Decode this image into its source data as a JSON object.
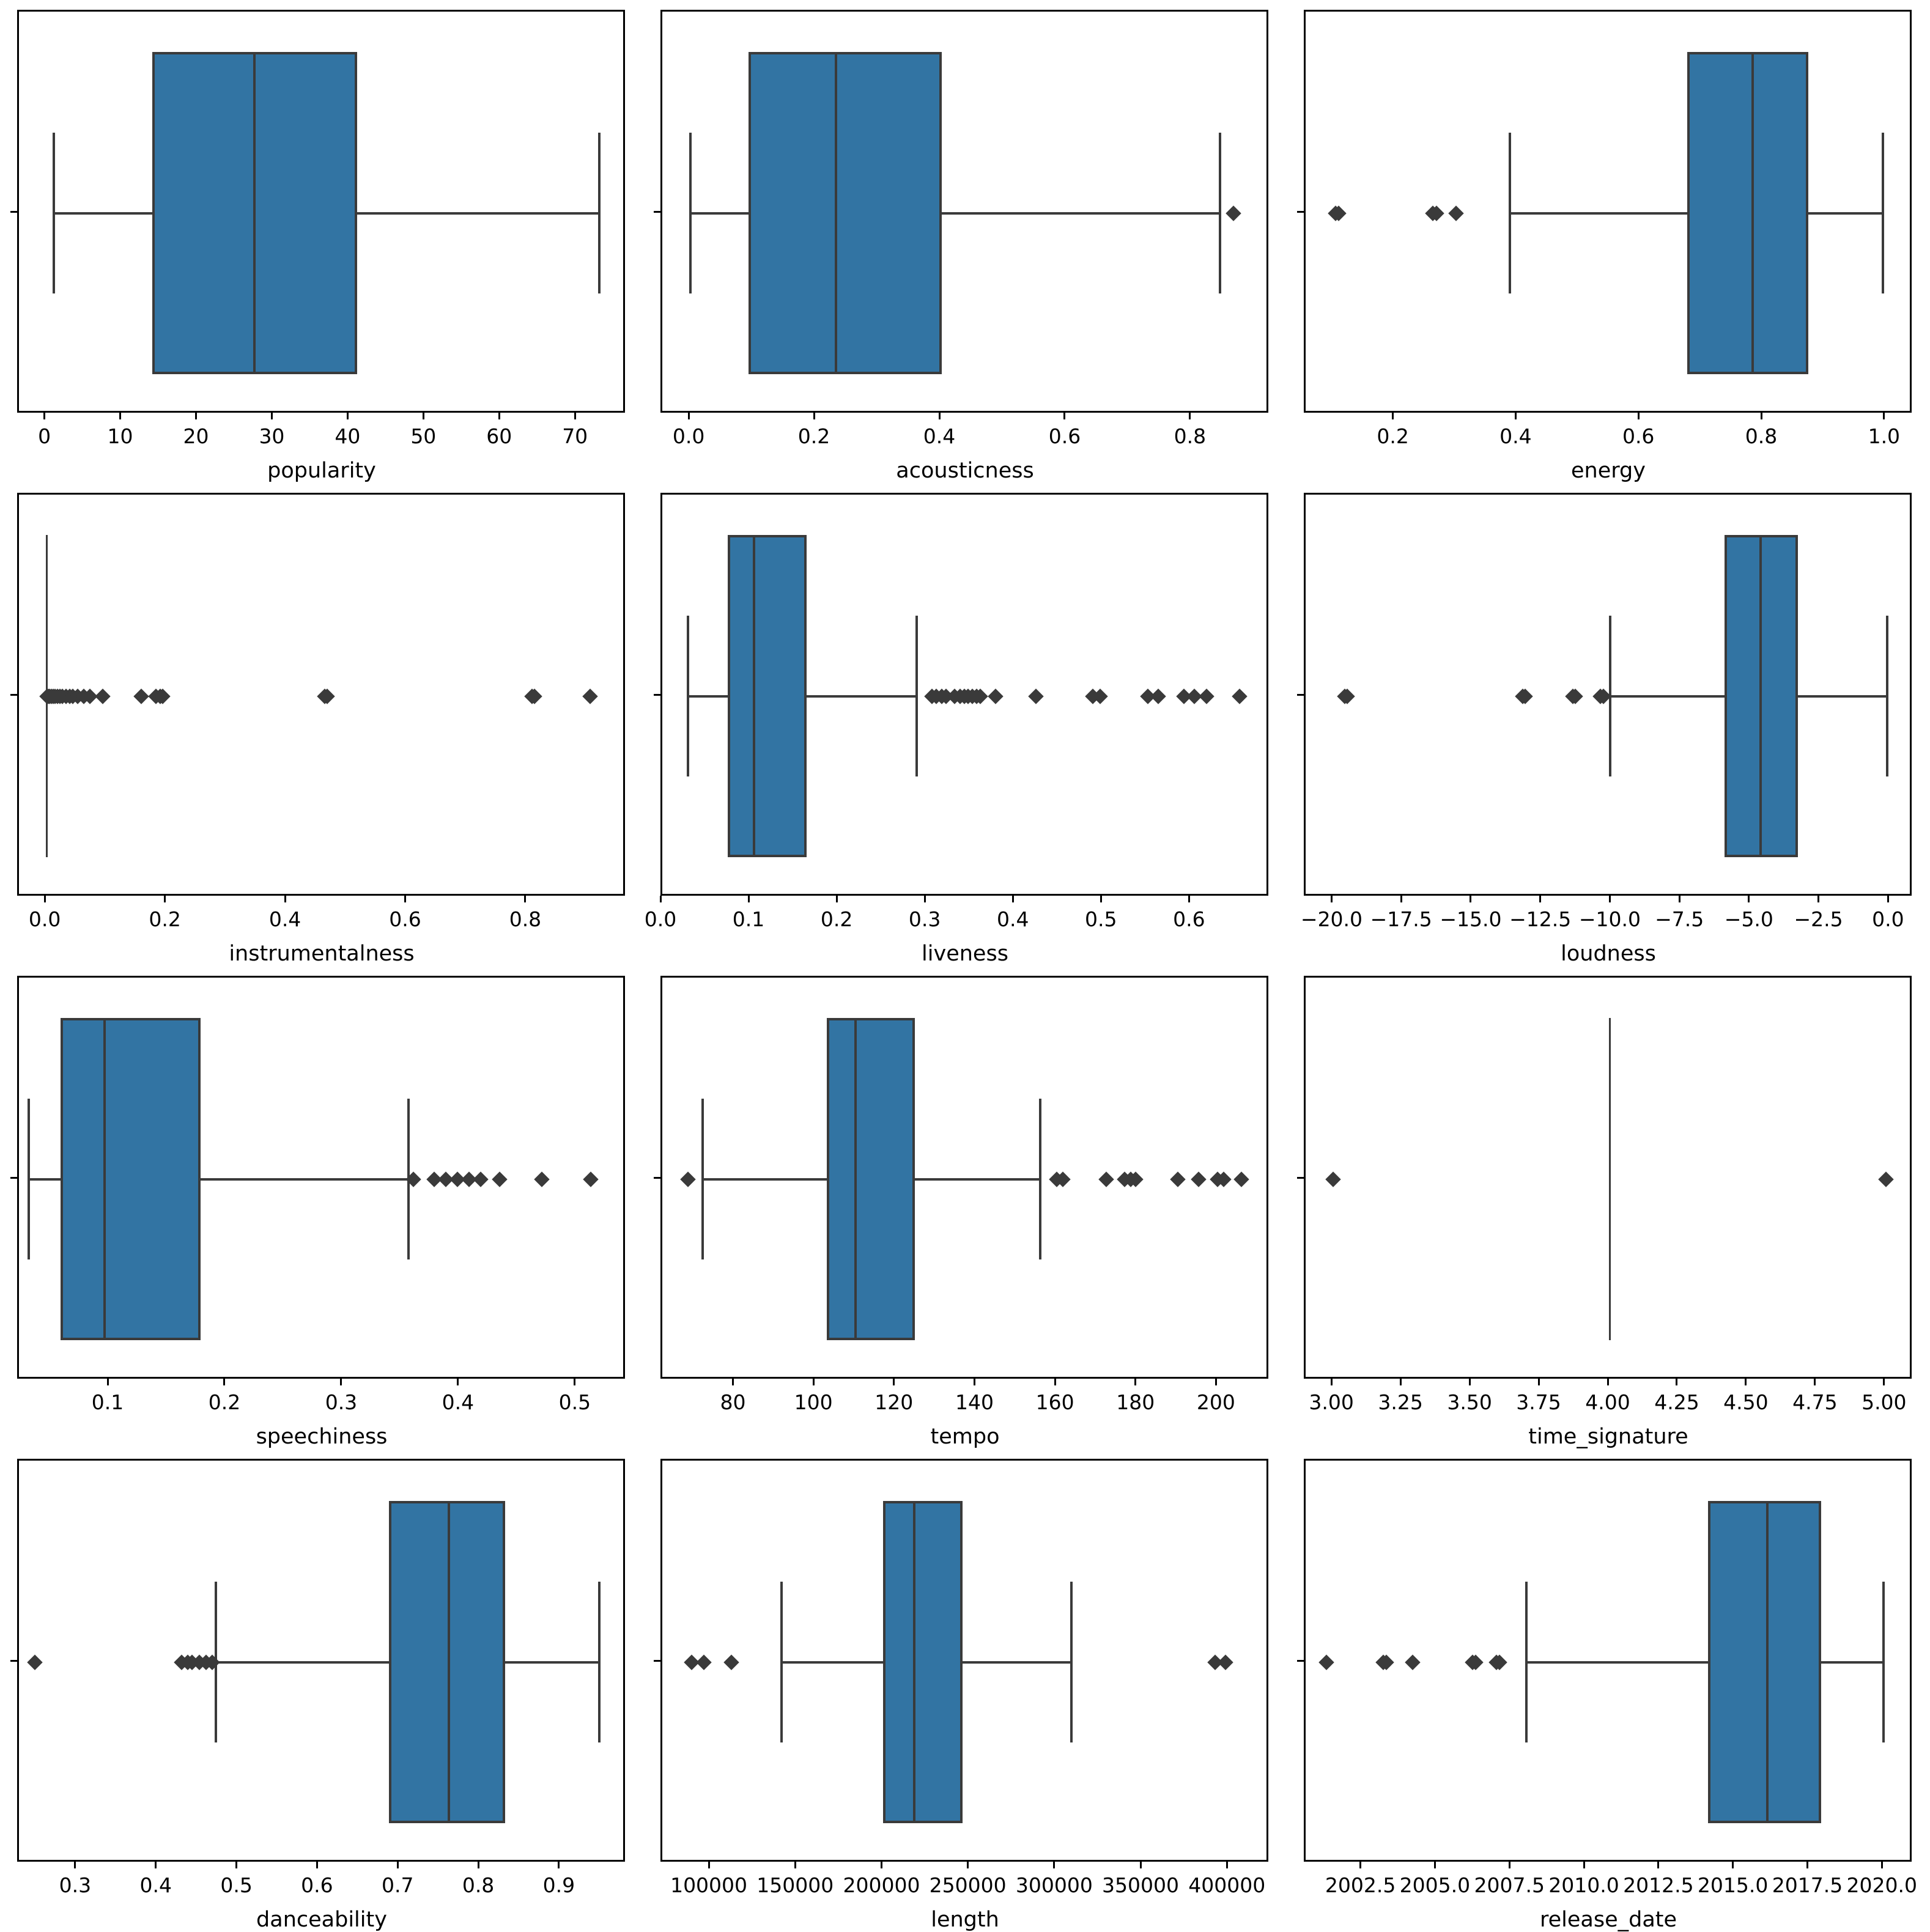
{
  "figure": {
    "type": "boxplot-grid",
    "rows": 4,
    "cols": 3,
    "box_color": "#3274a3",
    "line_color": "#3a3a3a",
    "spine_color": "#000000",
    "outlier_marker": "diamond",
    "background": "#ffffff"
  },
  "chart_data": [
    {
      "type": "box",
      "orientation": "horizontal",
      "xlabel": "popularity",
      "ylabel": "",
      "title": "",
      "grid": false,
      "legend": null,
      "xlim": [
        -3.6,
        76.6
      ],
      "xticks": [
        0,
        10,
        20,
        30,
        40,
        50,
        60,
        70
      ],
      "xticklabels": [
        "0",
        "10",
        "20",
        "30",
        "40",
        "50",
        "60",
        "70"
      ],
      "stats": {
        "whisker_low": 1.0,
        "q1": 14.0,
        "median": 27.5,
        "q3": 41.0,
        "whisker_high": 73.0
      },
      "outliers": []
    },
    {
      "type": "box",
      "orientation": "horizontal",
      "xlabel": "acousticness",
      "ylabel": "",
      "title": "",
      "grid": false,
      "legend": null,
      "xlim": [
        -0.045,
        0.925
      ],
      "xticks": [
        0.0,
        0.2,
        0.4,
        0.6,
        0.8
      ],
      "xticklabels": [
        "0.0",
        "0.2",
        "0.4",
        "0.6",
        "0.8"
      ],
      "stats": {
        "whisker_low": 0.0,
        "q1": 0.093,
        "median": 0.232,
        "q3": 0.401,
        "whisker_high": 0.845
      },
      "outliers": [
        0.866
      ]
    },
    {
      "type": "box",
      "orientation": "horizontal",
      "xlabel": "energy",
      "ylabel": "",
      "title": "",
      "grid": false,
      "legend": null,
      "xlim": [
        0.055,
        1.045
      ],
      "xticks": [
        0.2,
        0.4,
        0.6,
        0.8,
        1.0
      ],
      "xticklabels": [
        "0.2",
        "0.4",
        "0.6",
        "0.8",
        "1.0"
      ],
      "stats": {
        "whisker_low": 0.388,
        "q1": 0.676,
        "median": 0.783,
        "q3": 0.874,
        "whisker_high": 0.995
      },
      "outliers": [
        0.104,
        0.109,
        0.262,
        0.268,
        0.3
      ]
    },
    {
      "type": "box",
      "orientation": "horizontal",
      "xlabel": "instrumentalness",
      "ylabel": "",
      "title": "",
      "grid": false,
      "legend": null,
      "xlim": [
        -0.046,
        0.966
      ],
      "xticks": [
        0.0,
        0.2,
        0.4,
        0.6,
        0.8
      ],
      "xticklabels": [
        "0.0",
        "0.2",
        "0.4",
        "0.6",
        "0.8"
      ],
      "stats": {
        "whisker_low": 0.0,
        "q1": 0.0,
        "median": 0.0,
        "q3": 0.0,
        "whisker_high": 0.0
      },
      "outliers": [
        0.001,
        0.003,
        0.005,
        0.008,
        0.011,
        0.014,
        0.018,
        0.022,
        0.026,
        0.032,
        0.038,
        0.044,
        0.052,
        0.062,
        0.072,
        0.093,
        0.158,
        0.182,
        0.189,
        0.193,
        0.463,
        0.467,
        0.808,
        0.812,
        0.905
      ]
    },
    {
      "type": "box",
      "orientation": "horizontal",
      "xlabel": "liveness",
      "ylabel": "",
      "title": "",
      "grid": false,
      "legend": null,
      "xlim": [
        0.0,
        0.69
      ],
      "xticks": [
        0.0,
        0.1,
        0.2,
        0.3,
        0.4,
        0.5,
        0.6
      ],
      "xticklabels": [
        "0.0",
        "0.1",
        "0.2",
        "0.3",
        "0.4",
        "0.5",
        "0.6"
      ],
      "stats": {
        "whisker_low": 0.029,
        "q1": 0.074,
        "median": 0.104,
        "q3": 0.164,
        "whisker_high": 0.289
      },
      "outliers": [
        0.306,
        0.311,
        0.317,
        0.322,
        0.332,
        0.338,
        0.343,
        0.347,
        0.352,
        0.357,
        0.361,
        0.378,
        0.424,
        0.489,
        0.497,
        0.551,
        0.563,
        0.592,
        0.604,
        0.618,
        0.655
      ]
    },
    {
      "type": "box",
      "orientation": "horizontal",
      "xlabel": "loudness",
      "ylabel": "",
      "title": "",
      "grid": false,
      "legend": null,
      "xlim": [
        -21.0,
        0.85
      ],
      "xticks": [
        -20.0,
        -17.5,
        -15.0,
        -12.5,
        -10.0,
        -7.5,
        -5.0,
        -2.5,
        0.0
      ],
      "xticklabels": [
        "−20.0",
        "−17.5",
        "−15.0",
        "−12.5",
        "−10.0",
        "−7.5",
        "−5.0",
        "−2.5",
        "0.0"
      ],
      "stats": {
        "whisker_low": -10.05,
        "q1": -5.95,
        "median": -4.65,
        "q3": -3.3,
        "whisker_high": -0.1
      },
      "outliers": [
        -19.6,
        -19.5,
        -13.2,
        -13.1,
        -11.4,
        -11.3,
        -10.4,
        -10.3
      ]
    },
    {
      "type": "box",
      "orientation": "horizontal",
      "xlabel": "speechiness",
      "ylabel": "",
      "title": "",
      "grid": false,
      "legend": null,
      "xlim": [
        0.0225,
        0.543
      ],
      "xticks": [
        0.1,
        0.2,
        0.3,
        0.4,
        0.5
      ],
      "xticklabels": [
        "0.1",
        "0.2",
        "0.3",
        "0.4",
        "0.5"
      ],
      "stats": {
        "whisker_low": 0.031,
        "q1": 0.058,
        "median": 0.096,
        "q3": 0.178,
        "whisker_high": 0.356
      },
      "outliers": [
        0.36,
        0.378,
        0.388,
        0.398,
        0.408,
        0.418,
        0.434,
        0.47,
        0.512
      ]
    },
    {
      "type": "box",
      "orientation": "horizontal",
      "xlabel": "tempo",
      "ylabel": "",
      "title": "",
      "grid": false,
      "legend": null,
      "xlim": [
        62.0,
        213.0
      ],
      "xticks": [
        80,
        100,
        120,
        140,
        160,
        180,
        200
      ],
      "xticklabels": [
        "80",
        "100",
        "120",
        "140",
        "160",
        "180",
        "200"
      ],
      "stats": {
        "whisker_low": 72.0,
        "q1": 102.8,
        "median": 110.0,
        "q3": 124.8,
        "whisker_high": 155.9
      },
      "outliers": [
        68.4,
        160.0,
        161.5,
        172.3,
        176.8,
        178.4,
        179.6,
        190.0,
        195.3,
        200.0,
        201.5,
        205.8
      ]
    },
    {
      "type": "box",
      "orientation": "horizontal",
      "xlabel": "time_signature",
      "ylabel": "",
      "title": "",
      "grid": false,
      "legend": null,
      "xlim": [
        2.9,
        5.1
      ],
      "xticks": [
        3.0,
        3.25,
        3.5,
        3.75,
        4.0,
        4.25,
        4.5,
        4.75,
        5.0
      ],
      "xticklabels": [
        "3.00",
        "3.25",
        "3.50",
        "3.75",
        "4.00",
        "4.25",
        "4.50",
        "4.75",
        "5.00"
      ],
      "stats": {
        "whisker_low": 4.0,
        "q1": 4.0,
        "median": 4.0,
        "q3": 4.0,
        "whisker_high": 4.0
      },
      "outliers": [
        3.0,
        5.0
      ]
    },
    {
      "type": "box",
      "orientation": "horizontal",
      "xlabel": "danceability",
      "ylabel": "",
      "title": "",
      "grid": false,
      "legend": null,
      "xlim": [
        0.228,
        0.982
      ],
      "xticks": [
        0.3,
        0.4,
        0.5,
        0.6,
        0.7,
        0.8,
        0.9
      ],
      "xticklabels": [
        "0.3",
        "0.4",
        "0.5",
        "0.6",
        "0.7",
        "0.8",
        "0.9"
      ],
      "stats": {
        "whisker_low": 0.472,
        "q1": 0.687,
        "median": 0.761,
        "q3": 0.831,
        "whisker_high": 0.948
      },
      "outliers": [
        0.248,
        0.43,
        0.437,
        0.443,
        0.452,
        0.46,
        0.468
      ]
    },
    {
      "type": "box",
      "orientation": "horizontal",
      "xlabel": "length",
      "ylabel": "",
      "title": "",
      "grid": false,
      "legend": null,
      "xlim": [
        72000,
        424000
      ],
      "xticks": [
        100000,
        150000,
        200000,
        250000,
        300000,
        350000,
        400000
      ],
      "xticklabels": [
        "100000",
        "150000",
        "200000",
        "250000",
        "300000",
        "350000",
        "400000"
      ],
      "stats": {
        "whisker_low": 141000,
        "q1": 200000,
        "median": 218000,
        "q3": 246000,
        "whisker_high": 309000
      },
      "outliers": [
        89000,
        96000,
        112000,
        392000,
        398000
      ]
    },
    {
      "type": "box",
      "orientation": "horizontal",
      "xlabel": "release_date",
      "ylabel": "",
      "title": "",
      "grid": false,
      "legend": null,
      "xlim": [
        2000.6,
        2021.0
      ],
      "xticks": [
        2002.5,
        2005.0,
        2007.5,
        2010.0,
        2012.5,
        2015.0,
        2017.5,
        2020.0
      ],
      "xticklabels": [
        "2002.5",
        "2005.0",
        "2007.5",
        "2010.0",
        "2012.5",
        "2015.0",
        "2017.5",
        "2020.0"
      ],
      "stats": {
        "whisker_low": 2008.0,
        "q1": 2014.1,
        "median": 2016.1,
        "q3": 2017.9,
        "whisker_high": 2020.0
      },
      "outliers": [
        2001.3,
        2003.2,
        2003.3,
        2004.2,
        2006.2,
        2006.3,
        2007.0,
        2007.1
      ]
    }
  ]
}
